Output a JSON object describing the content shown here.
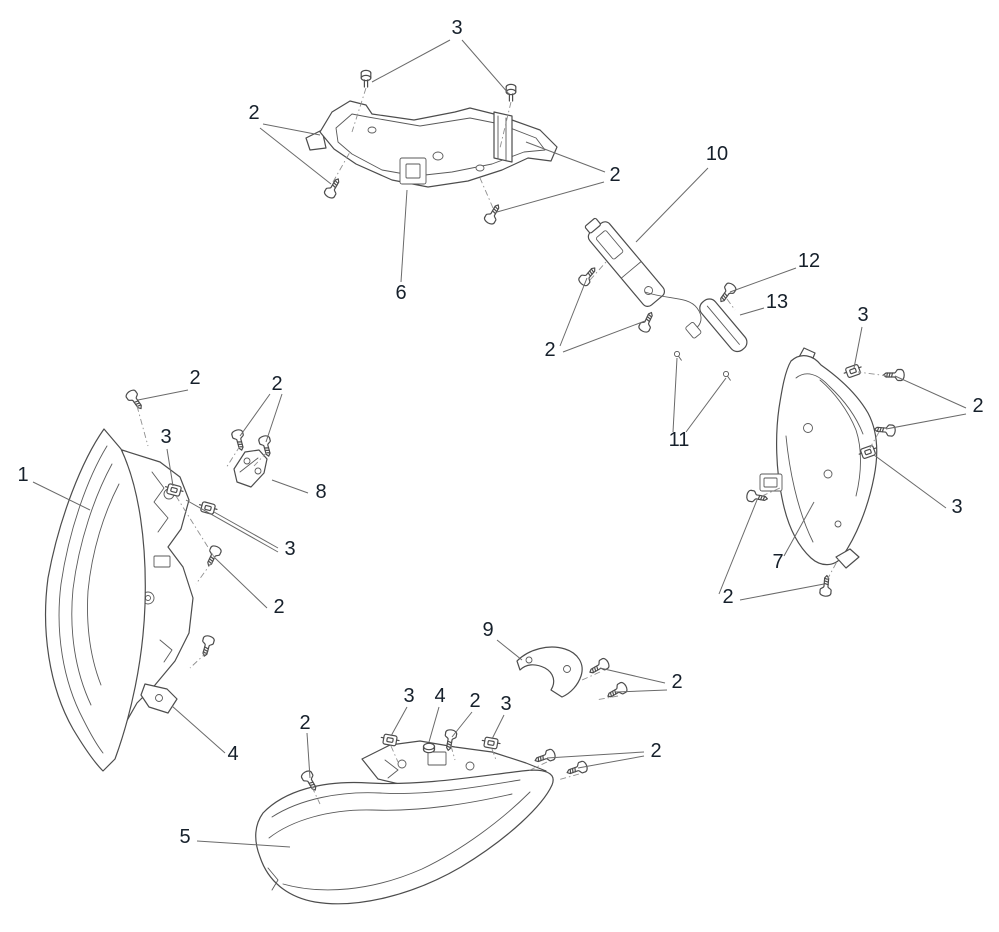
{
  "diagram": {
    "background_color": "#ffffff",
    "line_color": "#4d4d4d",
    "leader_color": "#6a6a6a",
    "label_color": "#16202b"
  },
  "callouts": [
    {
      "label": "3"
    },
    {
      "label": "2"
    },
    {
      "label": "2"
    },
    {
      "label": "10"
    },
    {
      "label": "6"
    },
    {
      "label": "12"
    },
    {
      "label": "13"
    },
    {
      "label": "2"
    },
    {
      "label": "3"
    },
    {
      "label": "2"
    },
    {
      "label": "11"
    },
    {
      "label": "2"
    },
    {
      "label": "2"
    },
    {
      "label": "3"
    },
    {
      "label": "1"
    },
    {
      "label": "8"
    },
    {
      "label": "3"
    },
    {
      "label": "2"
    },
    {
      "label": "3"
    },
    {
      "label": "7"
    },
    {
      "label": "2"
    },
    {
      "label": "9"
    },
    {
      "label": "2"
    },
    {
      "label": "4"
    },
    {
      "label": "3"
    },
    {
      "label": "4"
    },
    {
      "label": "2"
    },
    {
      "label": "3"
    },
    {
      "label": "2"
    },
    {
      "label": "2"
    },
    {
      "label": "5"
    }
  ]
}
